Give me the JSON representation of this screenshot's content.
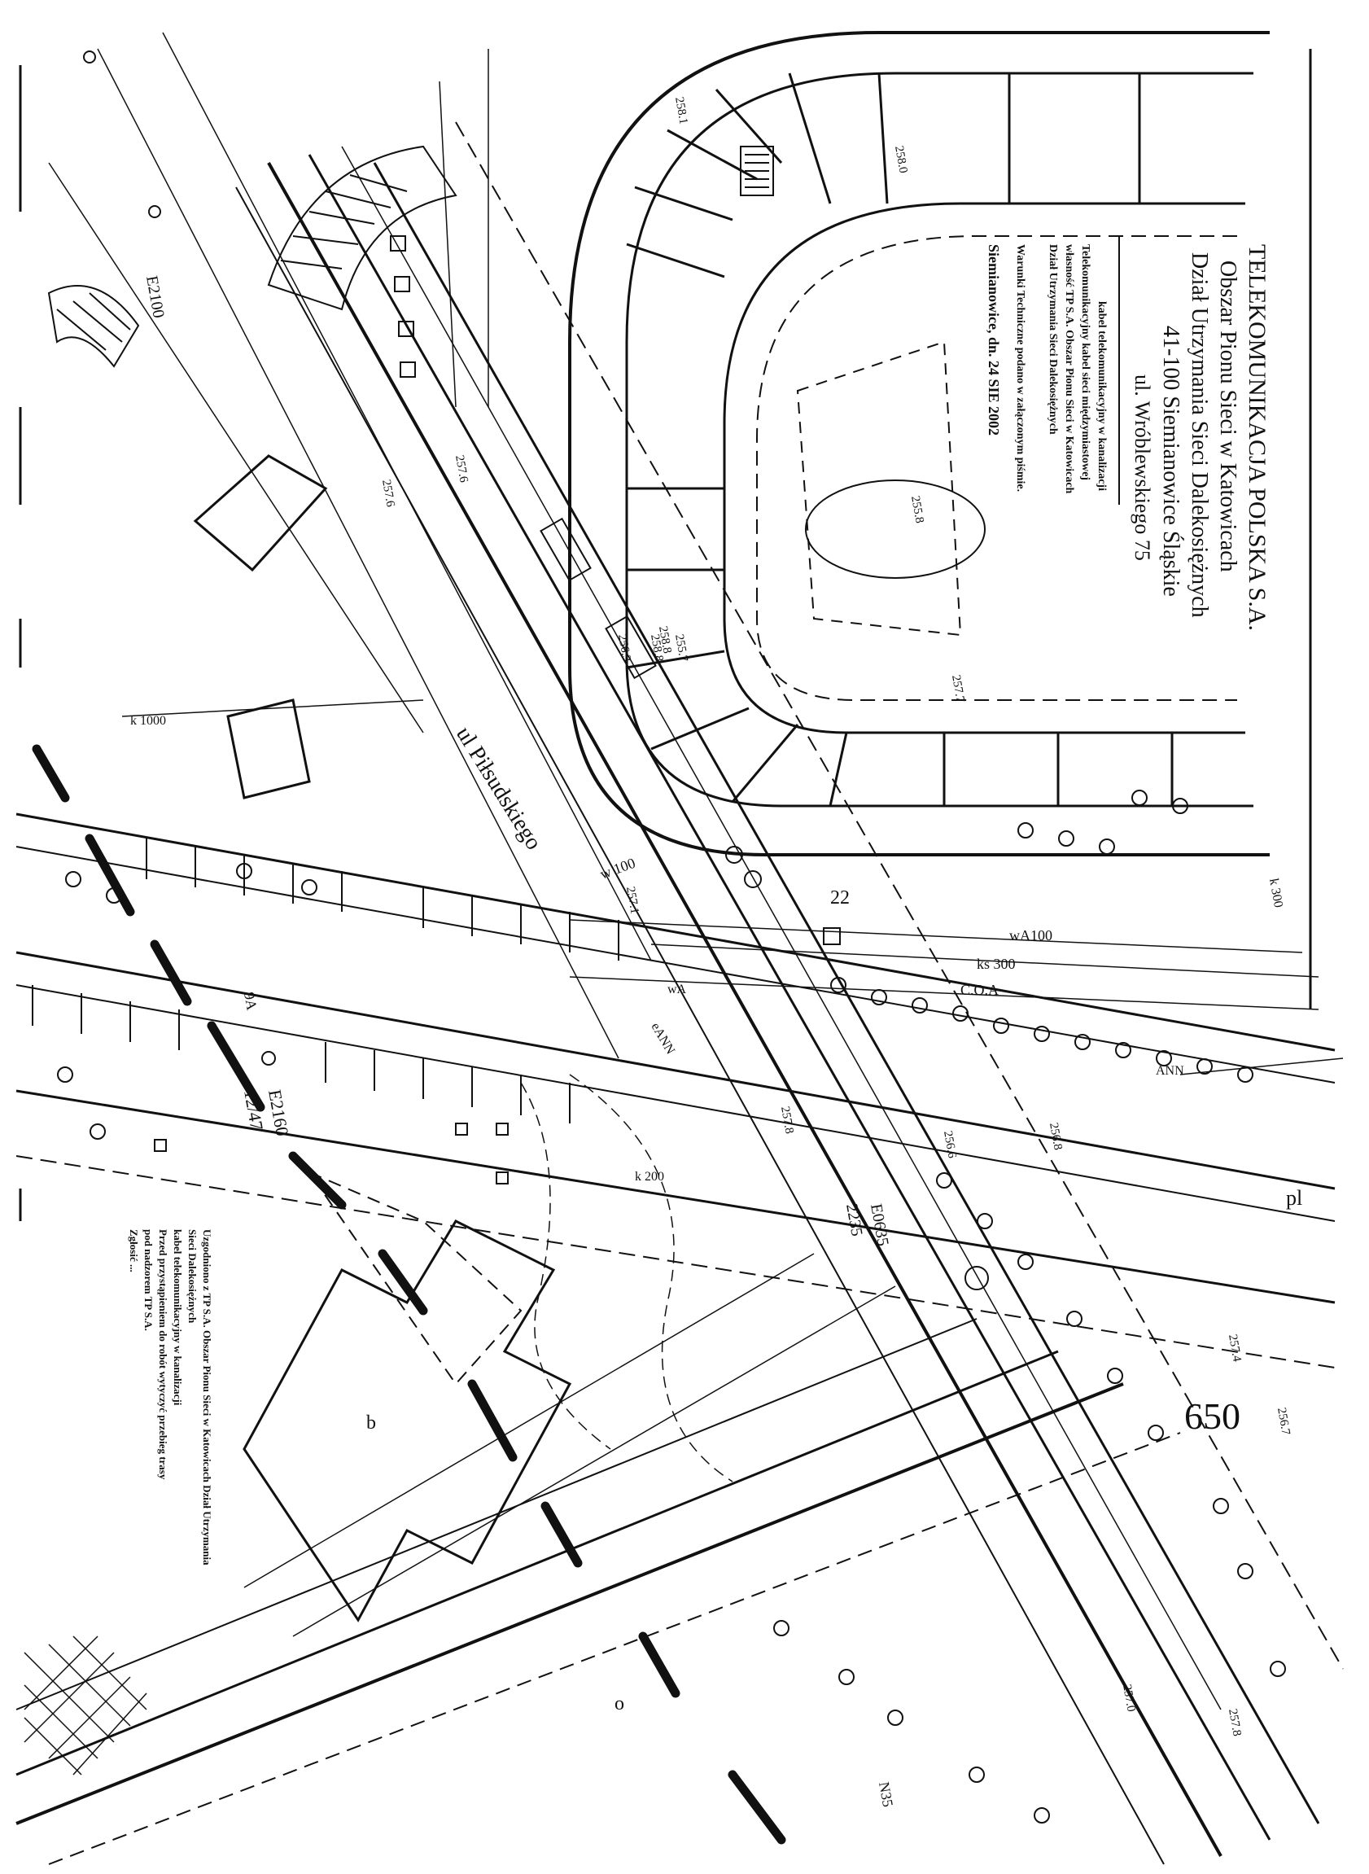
{
  "street_name": "ul Piłsudskiego",
  "stamp_top": {
    "lines": [
      "TELEKOMUNIKACJA POLSKA S.A.",
      "Obszar Pionu Sieci w Katowicach",
      "Dział Utrzymania Sieci Dalekosiężnych",
      "41-100 Siemianowice Śląskie",
      "ul. Wróblewskiego 75",
      "kabel telekomunikacyjny w kanalizacji",
      "Telekomunikacyjny kabel sieci międzymiastowej",
      "własność TP S.A. Obszar Pionu Sieci w Katowicach",
      "Dział Utrzymania Sieci Dalekosiężnych",
      "Warunki Techniczne podano w załączonym piśmie.",
      "Siemianowice, dn. 24 SIE 2002"
    ]
  },
  "stamp_bottom": {
    "lines": [
      "Uzgodniono z TP S.A. Obszar Pionu Sieci w Katowicach Dział Utrzymania",
      "Sieci Dalekosiężnych",
      "kabel telekomunikacyjny w kanalizacji",
      "Przed przystąpieniem do robót wytyczyć przebieg trasy",
      "pod nadzorem TP S.A.",
      "Zgłosić ..."
    ]
  },
  "elevation_labels": [
    "257.1",
    "257.8",
    "256.6",
    "256.8",
    "257.6",
    "256.3",
    "258.8",
    "255.7",
    "258.0",
    "257.4",
    "258.1",
    "257.7",
    "256.7",
    "257.6",
    "257.0",
    "257.8",
    "255.8",
    "258.8"
  ],
  "line_codes": [
    "wA100",
    "ks 300",
    "C.O.A",
    "k 1000",
    "ANN",
    "w 100",
    "k 200",
    "wA",
    "9A",
    "eANN",
    "k 300"
  ],
  "map_codes": [
    "E0635",
    "2235",
    "E2160",
    "12/47",
    "22",
    "E2100",
    "N35",
    "pl",
    "b",
    "o"
  ],
  "page_number": "650"
}
